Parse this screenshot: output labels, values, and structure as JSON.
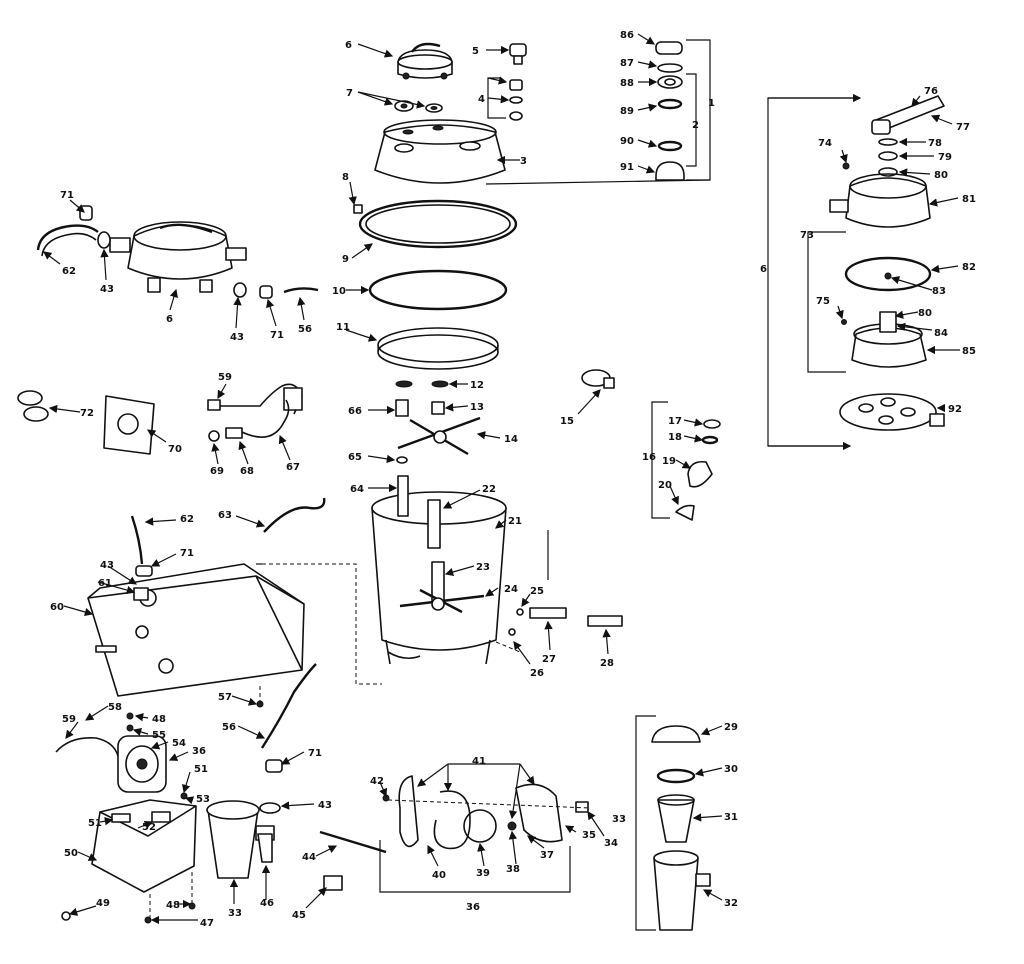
{
  "labels": {
    "l1": "1",
    "l2": "2",
    "l3": "3",
    "l4": "4",
    "l5": "5",
    "l6a": "6",
    "l6b": "6",
    "l6c": "6",
    "l7": "7",
    "l8": "8",
    "l9": "9",
    "l10": "10",
    "l11": "11",
    "l12": "12",
    "l13": "13",
    "l14": "14",
    "l15": "15",
    "l16": "16",
    "l17": "17",
    "l18": "18",
    "l19": "19",
    "l20": "20",
    "l21": "21",
    "l22": "22",
    "l23": "23",
    "l24": "24",
    "l25": "25",
    "l26": "26",
    "l27": "27",
    "l28": "28",
    "l29": "29",
    "l30": "30",
    "l31": "31",
    "l32": "32",
    "l33a": "33",
    "l33b": "33",
    "l34": "34",
    "l35": "35",
    "l36a": "36",
    "l36b": "36",
    "l37": "37",
    "l38": "38",
    "l39": "39",
    "l40": "40",
    "l41": "41",
    "l42": "42",
    "l43a": "43",
    "l43b": "43",
    "l43c": "43",
    "l43d": "43",
    "l44": "44",
    "l45": "45",
    "l46": "46",
    "l47": "47",
    "l48a": "48",
    "l48b": "48",
    "l49": "49",
    "l50": "50",
    "l51a": "51",
    "l51b": "51",
    "l52": "52",
    "l53": "53",
    "l54": "54",
    "l55": "55",
    "l56a": "56",
    "l56b": "56",
    "l57": "57",
    "l58": "58",
    "l59a": "59",
    "l59b": "59",
    "l60": "60",
    "l61": "61",
    "l62a": "62",
    "l62b": "62",
    "l63": "63",
    "l64": "64",
    "l65": "65",
    "l66": "66",
    "l67": "67",
    "l68": "68",
    "l69": "69",
    "l70": "70",
    "l71a": "71",
    "l71b": "71",
    "l71c": "71",
    "l71d": "71",
    "l72": "72",
    "l73": "73",
    "l74": "74",
    "l75": "75",
    "l76": "76",
    "l77": "77",
    "l78": "78",
    "l79": "79",
    "l80a": "80",
    "l80b": "80",
    "l81": "81",
    "l82": "82",
    "l83": "83",
    "l84": "84",
    "l85": "85",
    "l86": "86",
    "l87": "87",
    "l88": "88",
    "l89": "89",
    "l90": "90",
    "l91": "91",
    "l92": "92"
  }
}
